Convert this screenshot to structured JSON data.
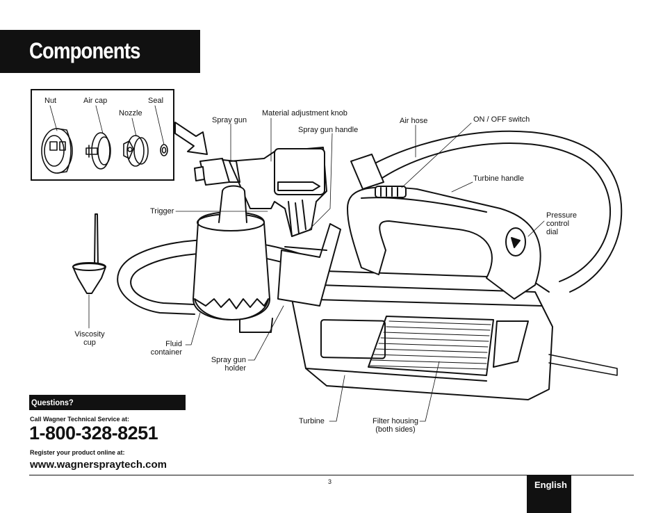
{
  "title": "Components",
  "inset_labels": {
    "nut": "Nut",
    "air_cap": "Air cap",
    "nozzle": "Nozzle",
    "seal": "Seal"
  },
  "labels": {
    "spray_gun": "Spray gun",
    "material_knob": "Material adjustment knob",
    "spray_gun_handle": "Spray gun handle",
    "air_hose": "Air hose",
    "on_off_switch": "ON / OFF switch",
    "turbine_handle": "Turbine handle",
    "pressure_dial": "Pressure\ncontrol\ndial",
    "trigger": "Trigger",
    "viscosity_cup": "Viscosity\ncup",
    "fluid_container": "Fluid\ncontainer",
    "spray_gun_holder": "Spray gun\nholder",
    "turbine": "Turbine",
    "filter_housing": "Filter housing\n(both sides)"
  },
  "questions": {
    "heading": "Questions?",
    "call_text": "Call Wagner Technical Service at:",
    "phone": "1-800-328-8251",
    "register_text": "Register your product online at:",
    "website": "www.wagnerspraytech.com"
  },
  "footer": {
    "page_number": "3",
    "language": "English"
  }
}
